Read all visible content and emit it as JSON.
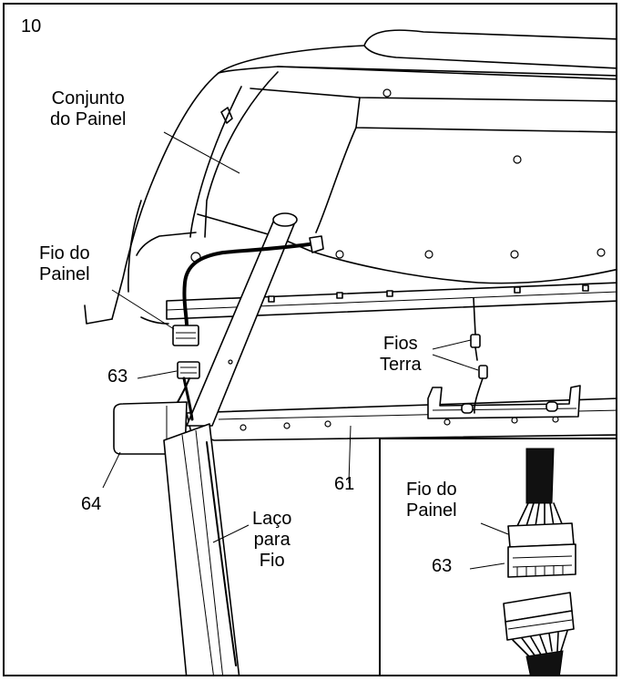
{
  "step_number": "10",
  "labels": {
    "console_assembly": "Conjunto\ndo Painel",
    "console_wire": "Fio do\nPainel",
    "ground_wires": "Fios\nTerra",
    "part_63": "63",
    "part_64": "64",
    "part_61": "61",
    "wire_tie": "Laço\npara\nFio",
    "inset_console_wire": "Fio do\nPainel",
    "inset_part_63": "63"
  },
  "colors": {
    "line": "#000000",
    "background": "#ffffff"
  }
}
